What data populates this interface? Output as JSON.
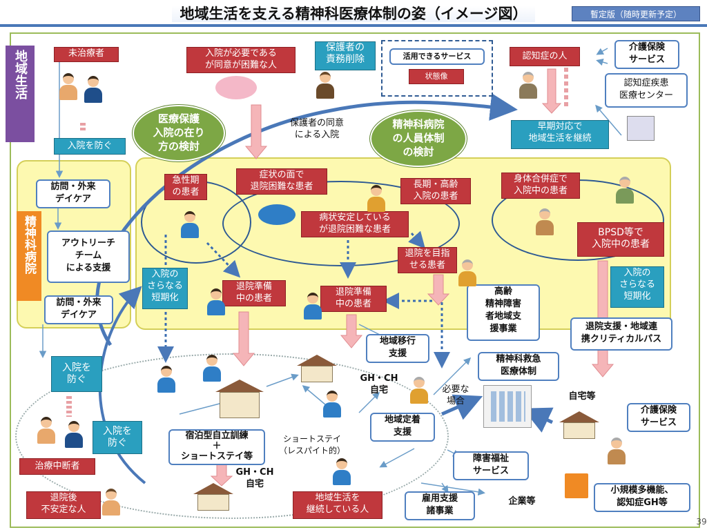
{
  "header": {
    "title": "地域生活を支える精神科医療体制の姿（イメージ図）",
    "badge": "暫定版（随時更新予定）"
  },
  "sections": {
    "community": "地域生活",
    "hospital": "精神科病院"
  },
  "legend": {
    "services": "活用できるサービス",
    "state": "状態像"
  },
  "states": {
    "untreated": "未治療者",
    "hard_consent": "入院が必要である\nが同意が困難な人",
    "dementia": "認知症の人",
    "acute": "急性期\nの患者",
    "symptom_hard": "症状の面で\n退院困難な患者",
    "long_elderly": "長期・高齢\n入院の患者",
    "comorbid": "身体合併症で\n入院中の患者",
    "stable_hard": "病状安定している\nが退院困難な患者",
    "discharge_goal": "退院を目指\nせる患者",
    "bpsd": "BPSD等で\n入院中の患者",
    "prep_left": "退院準備\n中の患者",
    "prep_center": "退院準備\n中の患者",
    "interrupted": "治療中断者",
    "unstable": "退院後\n不安定な人",
    "continuing": "地域生活を\n継続している人"
  },
  "teal_boxes": {
    "guardian": "保護者の\n責務削除",
    "prevent1": "入院を防ぐ",
    "early": "早期対応で\n地域生活を継続",
    "short_left": "入院の\nさらなる\n短期化",
    "short_right": "入院の\nさらなる\n短期化",
    "prevent2": "入院を\n防ぐ",
    "prevent3": "入院を\n防ぐ"
  },
  "services": {
    "care_ins_top": "介護保険\nサービス",
    "dementia_center": "認知症疾患\n医療センター",
    "visit_top": "訪問・外来\nデイケア",
    "outreach": "アウトリーチ\nチーム\nによる支援",
    "visit_mid": "訪問・外来\nデイケア",
    "elderly_support": "高齢\n精神障害\n者地域支\n援事業",
    "critical_path": "退院支援・地域連\n携クリティカルパス",
    "transition": "地域移行\n支援",
    "emergency": "精神科救急\n医療体制",
    "settle": "地域定着\n支援",
    "care_ins_bottom": "介護保険\nサービス",
    "welfare": "障害福祉\nサービス",
    "training": "宿泊型自立訓練\n＋\nショートステイ等",
    "employment": "雇用支援\n諸事業",
    "small_multi": "小規模多機能、\n認知症GH等"
  },
  "ovals": {
    "protect": "医療保護\n入院の在り\n方の検討",
    "staffing": "精神科病院\nの人員体制\nの検討"
  },
  "plain_text": {
    "consent_admission": "保護者の同意\nによる入院",
    "gh_ch_1": "GH・CH\n自宅",
    "if_needed": "必要な\n場合",
    "home_etc": "自宅等",
    "short_stay": "ショートステイ\n（レスパイト的）",
    "gh_ch_2": "GH・CH\n自宅",
    "companies": "企業等",
    "page_no": "39"
  },
  "colors": {
    "red": "#c0383d",
    "teal": "#2a9fbf",
    "green": "#7da745",
    "purple": "#7b4fa0",
    "orange": "#f08a24",
    "band": "#fdf9b0",
    "arrow_blue": "#4a78b8",
    "arrow_pink": "#f5b5b8"
  }
}
